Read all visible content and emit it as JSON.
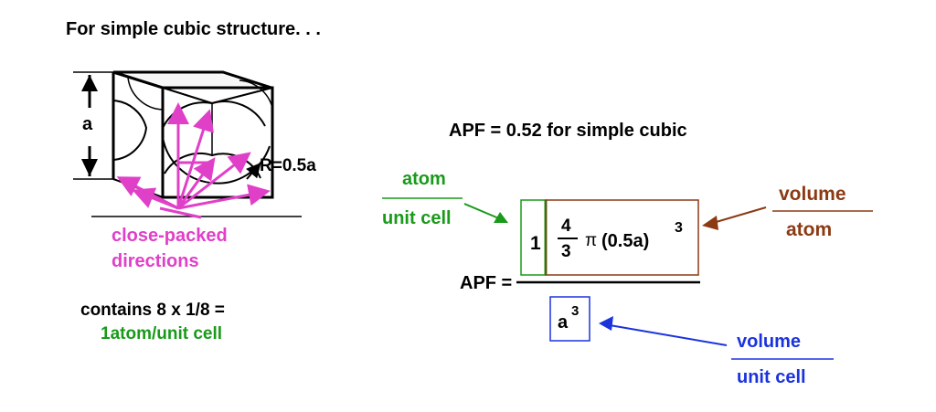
{
  "title": "For simple cubic structure. . .",
  "cube": {
    "dimension_label": "a",
    "radius_label": "R=0.5a",
    "directions_label_line1": "close-packed",
    "directions_label_line2": "directions"
  },
  "contains": {
    "line1": "contains 8 x 1/8 =",
    "line2": "1atom/unit cell"
  },
  "apf_headline": "APF = 0.52 for simple cubic",
  "equation": {
    "lhs": "APF =",
    "atoms_count": "1",
    "frac_num": "4",
    "frac_den": "3",
    "pi": "π",
    "radius_expr": "(0.5a)",
    "exponent": "3",
    "denominator_base": "a",
    "denominator_exp": "3"
  },
  "annotations": {
    "atom_per_cell": {
      "numerator": "atom",
      "denominator": "unit cell"
    },
    "volume_per_atom": {
      "numerator": "volume",
      "denominator": "atom"
    },
    "volume_per_cell": {
      "numerator": "volume",
      "denominator": "unit cell"
    }
  },
  "colors": {
    "green": "#1a9a1a",
    "pink": "#e040c8",
    "brown": "#8b3a13",
    "blue": "#1b33dd"
  }
}
